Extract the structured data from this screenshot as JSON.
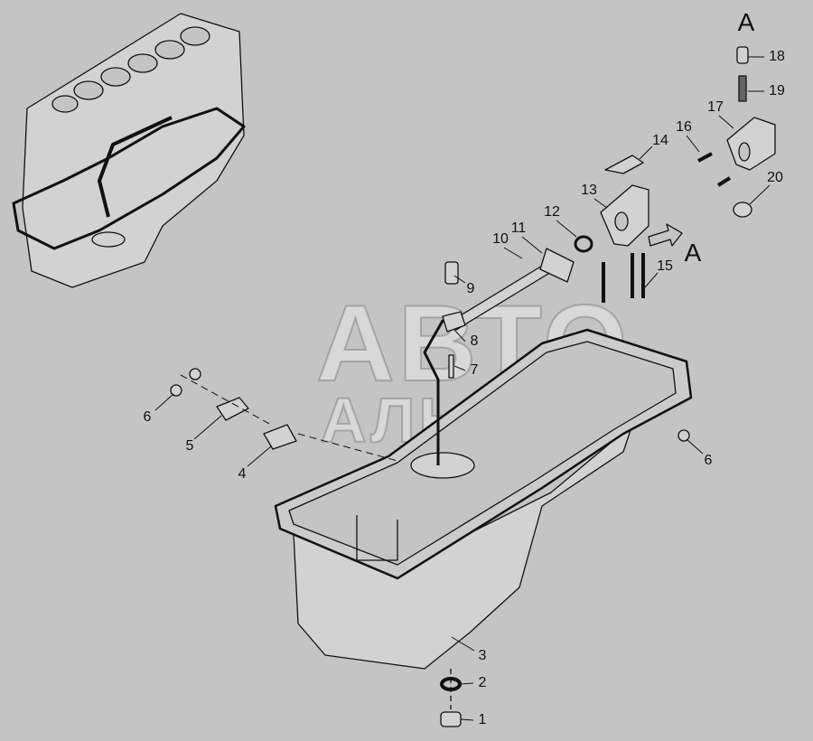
{
  "watermark": {
    "line1": "АВТО",
    "line2": "АЛЬЯНС"
  },
  "view_labels": {
    "view_a_title": "A",
    "view_a_arrow": "A"
  },
  "callouts": [
    {
      "id": "1",
      "label": "1"
    },
    {
      "id": "2",
      "label": "2"
    },
    {
      "id": "3",
      "label": "3"
    },
    {
      "id": "4",
      "label": "4"
    },
    {
      "id": "5",
      "label": "5"
    },
    {
      "id": "6a",
      "label": "6"
    },
    {
      "id": "6b",
      "label": "6"
    },
    {
      "id": "7",
      "label": "7"
    },
    {
      "id": "8",
      "label": "8"
    },
    {
      "id": "9",
      "label": "9"
    },
    {
      "id": "10",
      "label": "10"
    },
    {
      "id": "11",
      "label": "11"
    },
    {
      "id": "12",
      "label": "12"
    },
    {
      "id": "13",
      "label": "13"
    },
    {
      "id": "14",
      "label": "14"
    },
    {
      "id": "15",
      "label": "15"
    },
    {
      "id": "16",
      "label": "16"
    },
    {
      "id": "17",
      "label": "17"
    },
    {
      "id": "18",
      "label": "18"
    },
    {
      "id": "19",
      "label": "19"
    },
    {
      "id": "20",
      "label": "20"
    }
  ],
  "colors": {
    "background": "#c4c4c4",
    "line": "#111111",
    "part_fill": "#d2d2d2"
  }
}
